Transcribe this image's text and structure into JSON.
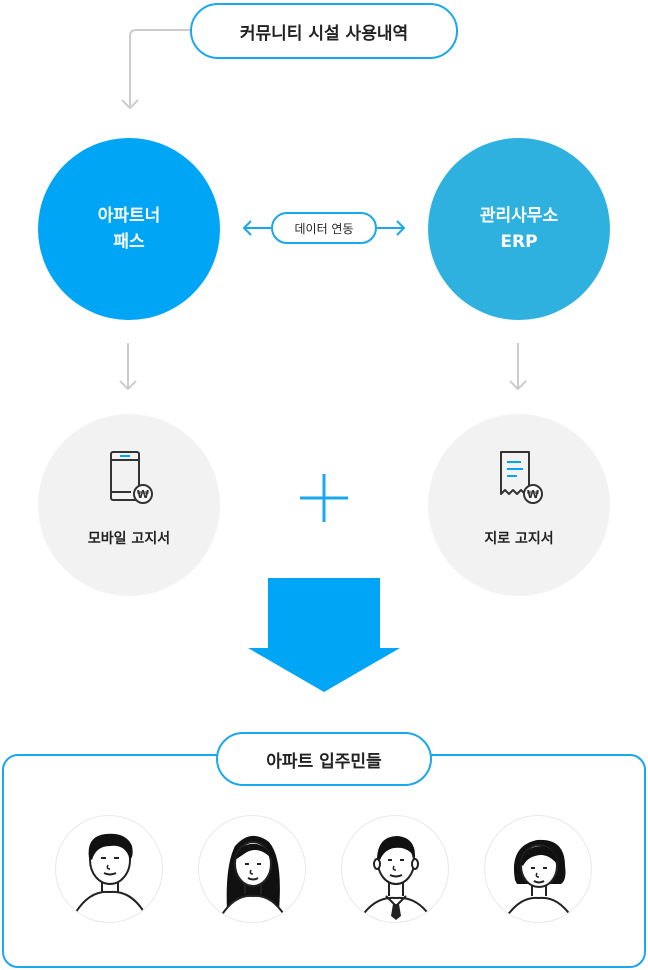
{
  "source_node": {
    "label": "커뮤니티 시설 사용내역"
  },
  "left_node": {
    "line1": "아파트너",
    "line2": "패스"
  },
  "right_node": {
    "line1": "관리사무소",
    "line2": "ERP"
  },
  "link_label": "데이터 연동",
  "left_output": {
    "label": "모바일 고지서",
    "icon": "mobile-bill-won-icon"
  },
  "right_output": {
    "label": "지로 고지서",
    "icon": "paper-bill-won-icon"
  },
  "combine_symbol": "+",
  "result_node": {
    "label": "아파트 입주민들"
  },
  "residents": [
    "resident-man-1",
    "resident-woman-long-hair",
    "resident-man-tie",
    "resident-woman-bob"
  ],
  "colors": {
    "primary": "#00a5f5",
    "secondary": "#2fb1e0",
    "outline": "#19a7f0",
    "grey_circle": "#f2f2f2",
    "connector": "#cccccc"
  }
}
